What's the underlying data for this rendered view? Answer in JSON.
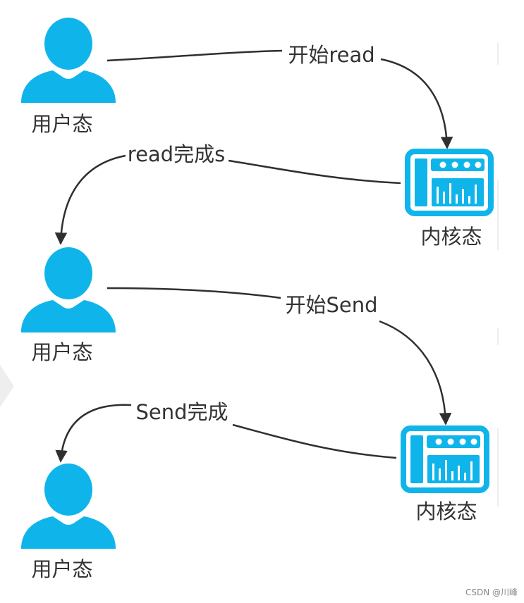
{
  "nodes": {
    "user_1": {
      "label": "用户态"
    },
    "kernel_1": {
      "label": "内核态"
    },
    "user_2": {
      "label": "用户态"
    },
    "kernel_2": {
      "label": "内核态"
    },
    "user_3": {
      "label": "用户态"
    }
  },
  "edges": {
    "start_read": {
      "label": "开始read"
    },
    "read_done": {
      "label": "read完成s"
    },
    "start_send": {
      "label": "开始Send"
    },
    "send_done": {
      "label": "Send完成"
    }
  },
  "watermark": "CSDN @川峰",
  "colors": {
    "icon": "#0fb5ea",
    "line": "#2f2f2f",
    "text": "#333333"
  }
}
